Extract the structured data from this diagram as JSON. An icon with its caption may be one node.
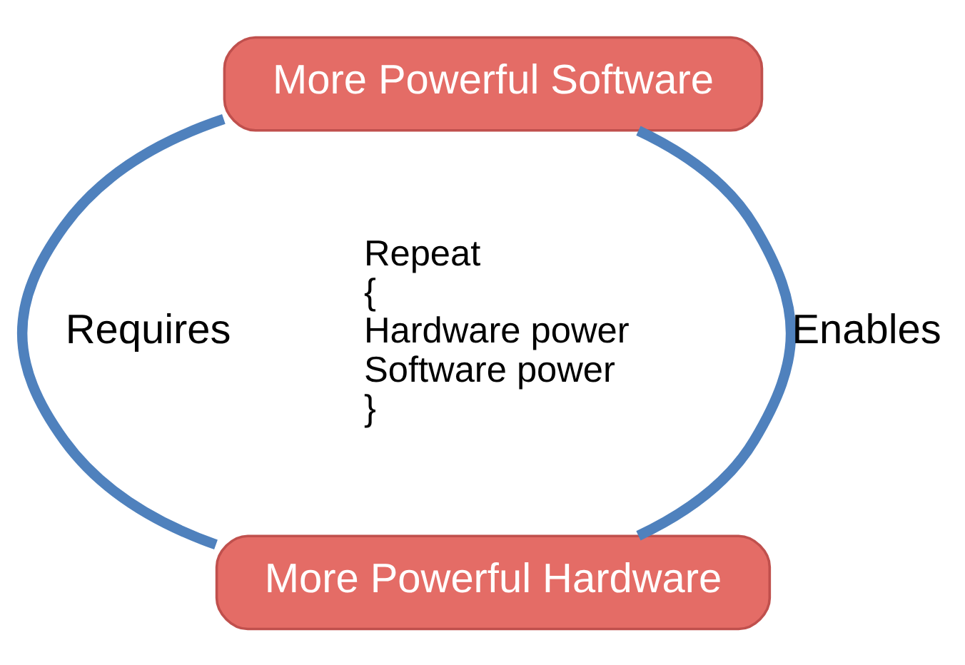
{
  "diagram": {
    "nodes": [
      {
        "text": [
          "More Powerful Software"
        ]
      },
      {
        "text": [
          "More Powerful Hardware"
        ]
      }
    ],
    "edges": [
      {
        "from": 0,
        "to": 1,
        "arrow": "none",
        "label": "Requires"
      },
      {
        "from": 1,
        "to": 0,
        "arrow": "none",
        "label": "Enables"
      }
    ],
    "labels": [
      "Repeat",
      "{",
      "Hardware power",
      "Software power",
      "}"
    ]
  }
}
